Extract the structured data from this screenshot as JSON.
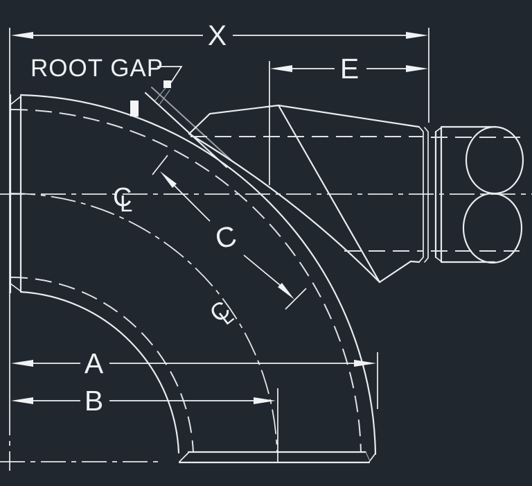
{
  "drawing": {
    "kind": "cad-technical-drawing",
    "subject": "90-degree long-radius butt-weld elbow with tapered fitting assembly",
    "background_color": "#20272f",
    "line_color": "#e9ecef",
    "secondary_line_color": "#9aa1a9",
    "dimension_color": "#f0f2f4",
    "labels": {
      "root_gap": "ROOT GAP",
      "dim_x": "X",
      "dim_e": "E",
      "dim_c": "C",
      "dim_a": "A",
      "dim_b": "B"
    },
    "centerline_symbol": {
      "c": "C",
      "l": "L"
    }
  }
}
